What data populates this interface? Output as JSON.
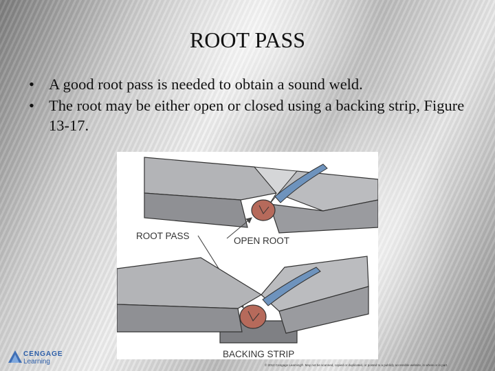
{
  "slide": {
    "title": "ROOT PASS",
    "bullets": [
      {
        "marker": "•",
        "text": "A good root pass is needed to obtain a sound weld."
      },
      {
        "marker": "•",
        "text": "The root may be either open or closed using a backing strip, Figure 13-17."
      }
    ]
  },
  "figure": {
    "labels": {
      "root_pass": "ROOT PASS",
      "open_root": "OPEN ROOT",
      "backing_strip": "BACKING STRIP"
    }
  },
  "footer": {
    "logo_top": "CENGAGE",
    "logo_bottom": "Learning",
    "copyright": "© 2012 Cengage Learning®. May not be scanned, copied or duplicated, or posted to a publicly accessible website, in whole or in part."
  },
  "colors": {
    "metal": "#a9aaad",
    "metal_dark": "#7f8084",
    "weld_root": "#b66a5b",
    "weld_bead": "#6e93bd"
  }
}
